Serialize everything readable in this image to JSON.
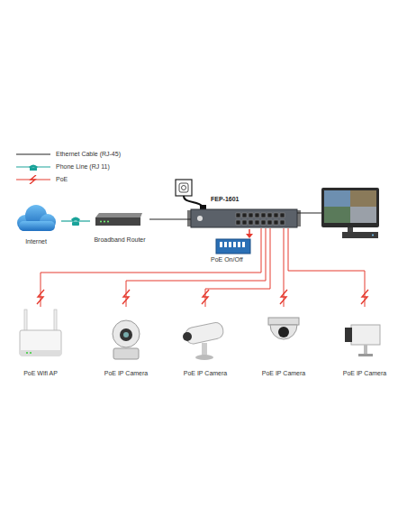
{
  "diagram": {
    "nodes": [
      {
        "text": [
          "Internet"
        ]
      },
      {
        "text": [
          "Broadband Router"
        ]
      },
      {
        "text": [
          "FEP-1601"
        ]
      },
      {
        "text": [
          "PoE Wifi AP"
        ]
      },
      {
        "text": [
          "PoE IP Camera"
        ]
      },
      {
        "text": [
          "PoE IP Camera"
        ]
      },
      {
        "text": [
          "PoE IP Camera"
        ]
      },
      {
        "text": [
          "PoE IP Camera"
        ]
      }
    ],
    "edges": [
      {
        "from": 0,
        "to": 1,
        "arrow": "none"
      },
      {
        "from": 1,
        "to": 2,
        "arrow": "none"
      },
      {
        "from": 2,
        "to": 3,
        "arrow": "none"
      },
      {
        "from": 2,
        "to": 4,
        "arrow": "none"
      },
      {
        "from": 2,
        "to": 5,
        "arrow": "none"
      },
      {
        "from": 2,
        "to": 6,
        "arrow": "none"
      },
      {
        "from": 2,
        "to": 7,
        "arrow": "none"
      }
    ],
    "labels": [
      "PoE On/Off"
    ],
    "legend": [
      {
        "text": "Ethernet Cable (RJ-45)"
      },
      {
        "text": "Phone Line (RJ 11)"
      },
      {
        "text": "PoE"
      }
    ]
  }
}
